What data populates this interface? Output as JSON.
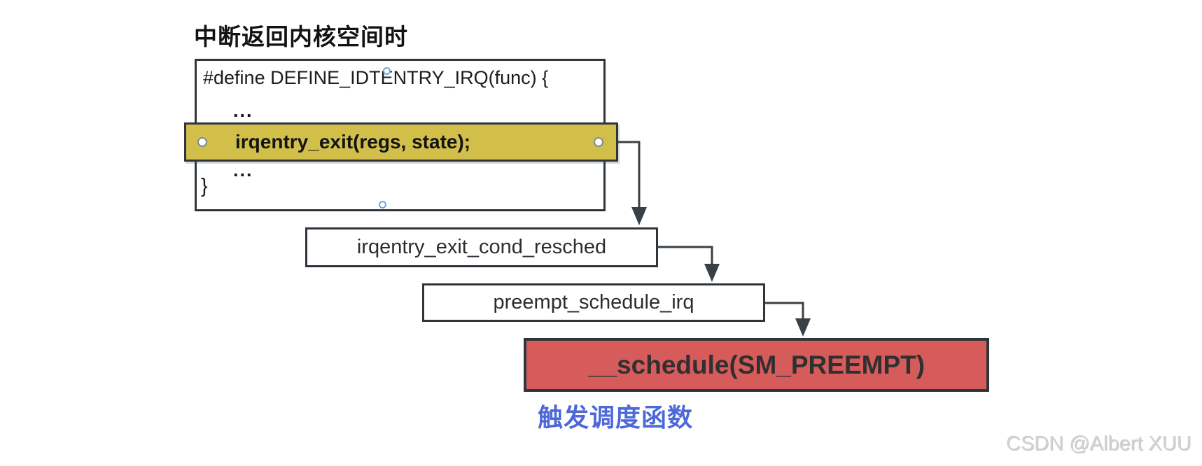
{
  "title": "中断返回内核空间时",
  "code_box": {
    "line1": "#define DEFINE_IDTENTRY_IRQ(func) {",
    "ellipsis1": "...",
    "highlight_line": "irqentry_exit(regs, state);",
    "ellipsis2": "...",
    "closing_brace": "}"
  },
  "flow_boxes": [
    {
      "label": "irqentry_exit_cond_resched"
    },
    {
      "label": "preempt_schedule_irq"
    },
    {
      "label": "__schedule(SM_PREEMPT)"
    }
  ],
  "caption": "触发调度函数",
  "watermark": "CSDN @Albert XUU",
  "colors": {
    "highlight_fill": "#d2bf4a",
    "schedule_fill": "#d65c5c",
    "caption_blue": "#4d68d8",
    "border_dark": "#2f353d",
    "arrow_dark": "#3a4047",
    "watermark_gray": "#d2d2d2",
    "handle_blue": "#74a1d8"
  }
}
